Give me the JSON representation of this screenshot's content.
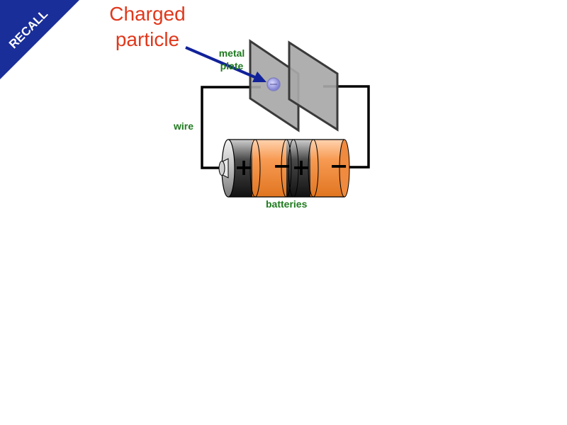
{
  "badge": {
    "text": "RECALL",
    "color": "#1a2e99"
  },
  "heading": {
    "line1": "Charged",
    "line2": "particle",
    "color": "#e0381c"
  },
  "labels": {
    "metal_plate_line1": "metal",
    "metal_plate_line2": "plate",
    "wire": "wire",
    "batteries": "batteries",
    "color": "#1f7a1f"
  },
  "battery_signs": {
    "battery1_positive": "+",
    "battery1_negative": "−",
    "battery2_positive": "+",
    "battery2_negative": "−"
  },
  "colors": {
    "battery_body": "#f7934a",
    "battery_cap": "#2a2a2a",
    "plate": "#a8a8a8",
    "arrow": "#112299",
    "particle": "#9090e0"
  }
}
